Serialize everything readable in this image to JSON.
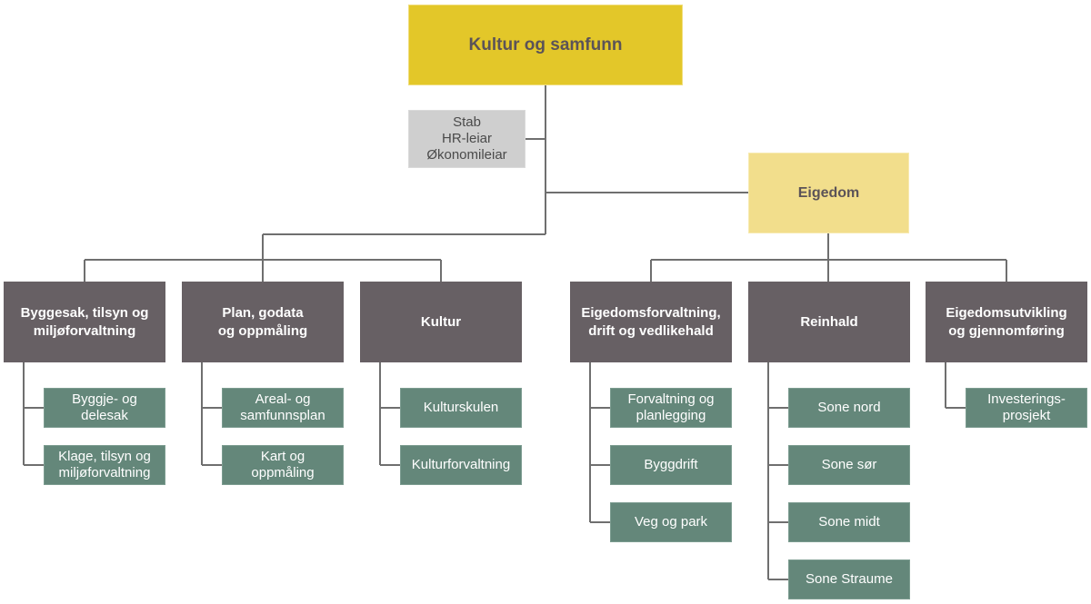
{
  "top": {
    "label": "Kultur og samfunn"
  },
  "stab": {
    "label": "Stab\nHR-leiar\nØkonomileiar"
  },
  "eigedom": {
    "label": "Eigedom"
  },
  "departments": [
    {
      "label": "Byggesak, tilsyn og\nmiljøforvaltning",
      "units": [
        "Byggje- og\ndelesak",
        "Klage, tilsyn og\nmiljøforvaltning"
      ]
    },
    {
      "label": "Plan, godata\nog oppmåling",
      "units": [
        "Areal- og\nsamfunnsplan",
        "Kart og\noppmåling"
      ]
    },
    {
      "label": "Kultur",
      "units": [
        "Kulturskulen",
        "Kulturforvaltning"
      ]
    },
    {
      "label": "Eigedomsforvaltning,\ndrift og vedlikehald",
      "units": [
        "Forvaltning og\nplanlegging",
        "Byggdrift",
        "Veg og park"
      ]
    },
    {
      "label": "Reinhald",
      "units": [
        "Sone nord",
        "Sone sør",
        "Sone midt",
        "Sone Straume"
      ]
    },
    {
      "label": "Eigedomsutvikling\nog gjennomføring",
      "units": [
        "Investerings-\nprosjekt"
      ]
    }
  ]
}
